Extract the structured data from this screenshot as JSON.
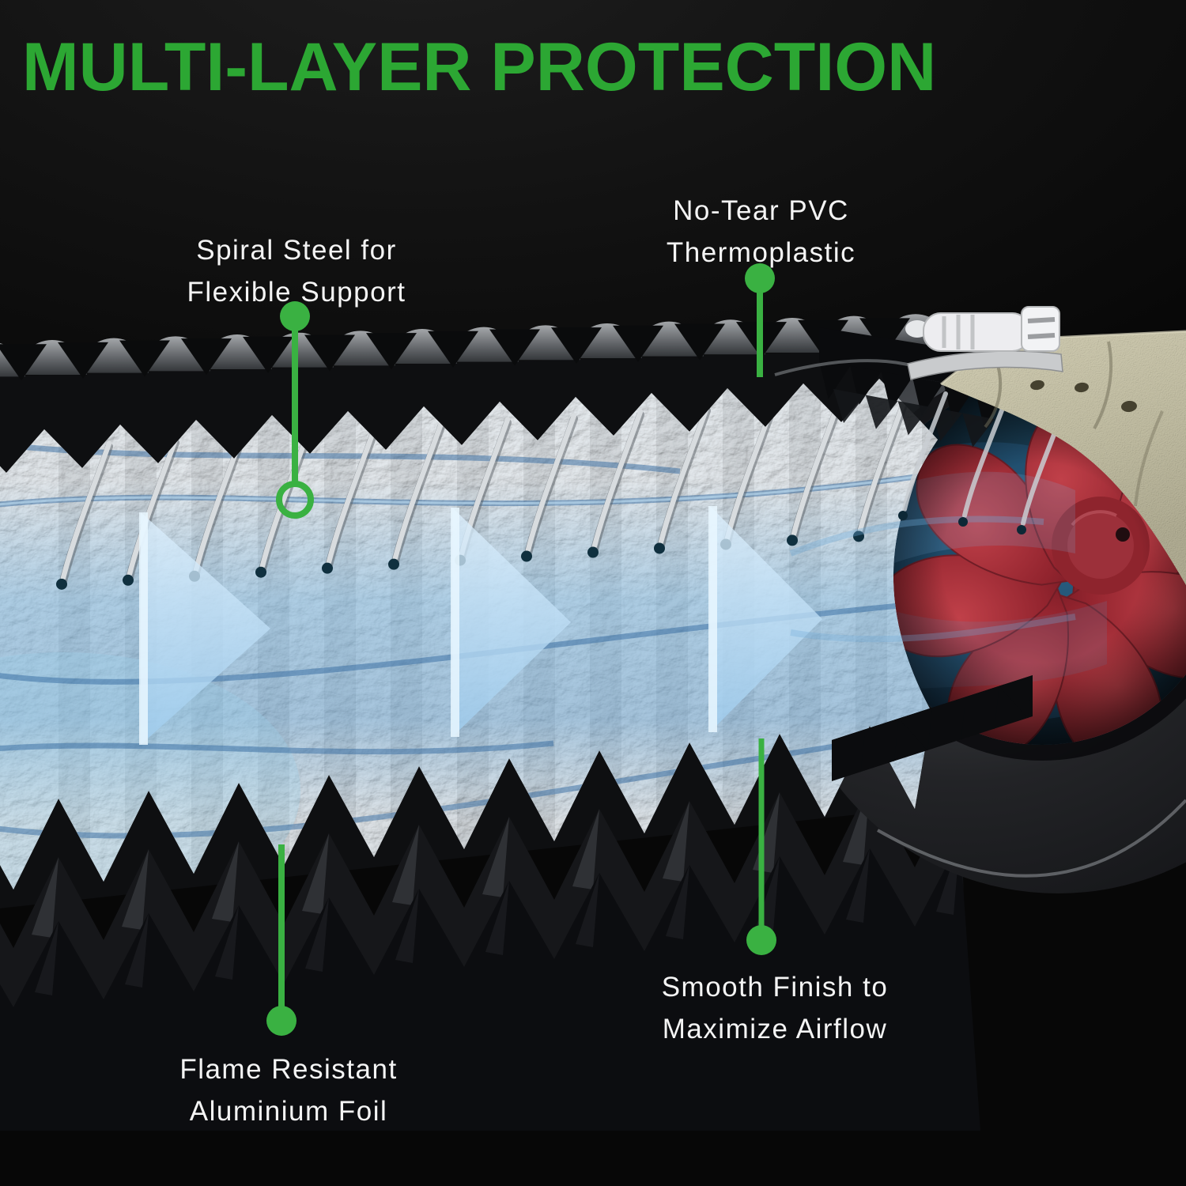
{
  "title": "MULTI-LAYER PROTECTION",
  "callouts": {
    "spiral_steel": {
      "line1": "Spiral Steel for",
      "line2": "Flexible Support"
    },
    "pvc": {
      "line1": "No-Tear PVC",
      "line2": "Thermoplastic"
    },
    "foil": {
      "line1": "Flame Resistant",
      "line2": "Aluminium Foil"
    },
    "smooth": {
      "line1": "Smooth Finish to",
      "line2": "Maximize Airflow"
    }
  },
  "colors": {
    "title_green": "#2ca733",
    "connector_green": "#3ab142",
    "label_white": "#f4f4f4",
    "background_black": "#0a0a0a",
    "airflow_blue": "#a9d3ef",
    "impeller_red": "#b02f38",
    "foil_silver": "#c3c9cd",
    "bracket_khaki": "#b4b096"
  }
}
